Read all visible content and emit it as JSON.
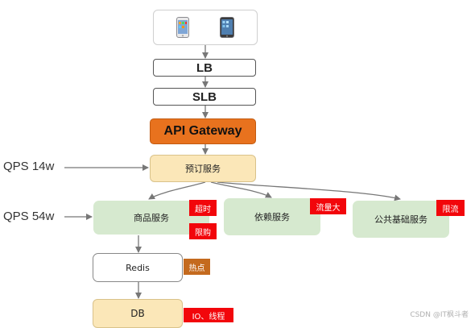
{
  "nodes": {
    "lb": "LB",
    "slb": "SLB",
    "api_gateway": "API Gateway",
    "booking_service": "预订服务",
    "product_service": "商品服务",
    "dependency_service": "依赖服务",
    "common_service": "公共基础服务",
    "redis": "Redis",
    "db": "DB"
  },
  "tags": {
    "timeout": "超时",
    "degrade": "限购",
    "traffic": "流量大",
    "rate_limit": "限流",
    "hotspot": "热点",
    "io_threads": "IO、线程"
  },
  "annotations": {
    "qps_booking": "QPS 14w",
    "qps_product": "QPS 54w"
  },
  "icons": {
    "client_devices": [
      "phone-icon",
      "tablet-icon"
    ]
  },
  "colors": {
    "gateway": "#e8721e",
    "booking": "#fbe7b8",
    "service": "#d6e9cf",
    "tag_red": "#f2060b",
    "tag_orange": "#c46a1e"
  },
  "watermark": "CSDN @IT枫斗者"
}
